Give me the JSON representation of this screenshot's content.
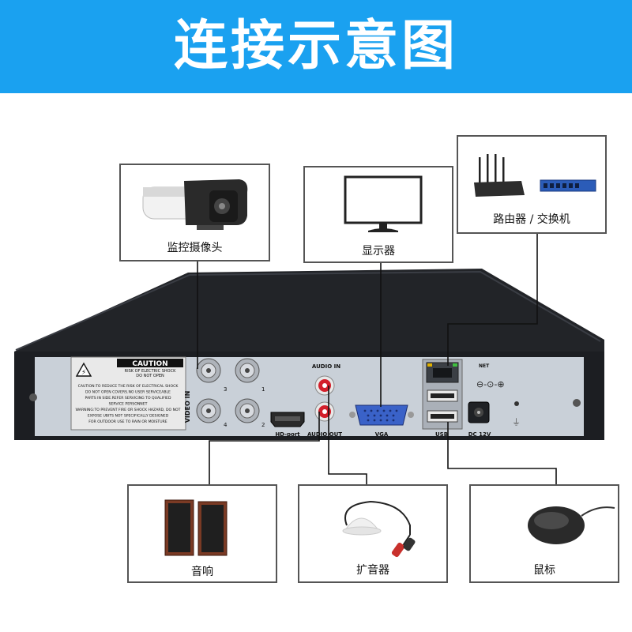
{
  "banner": {
    "title": "连接示意图"
  },
  "devices": {
    "camera": "监控摄像头",
    "monitor": "显示器",
    "network": "路由器 / 交换机",
    "speaker": "音响",
    "microphone": "扩音器",
    "mouse": "鼠标"
  },
  "panel": {
    "caution_title": "CAUTION",
    "caution_sub1": "RISK OF ELECTRIC SHOCK",
    "caution_sub2": "DO NOT OPEN",
    "caution_body": [
      "CAUTION:TO REDUCE THE RISK OF ELECTRICAL SHOCK",
      "DO NOT OPEN COVERS.NO USER SERVICEABLE",
      "PARTS IN SIDE.REFER SERVICING TO QUALIFIED",
      "SERVICE PERSONNET",
      "WARNING:TO PREVENT FIRE OR SHOCK HAZARD, DO NOT",
      "EXPOSE UBITS NOT SPECIFICALLY DESIGNED",
      "FOR OUTDOOR USE TO RAIN OR MOISTURE"
    ],
    "video_in": "VIDEO IN",
    "bnc_numbers": [
      "3",
      "1",
      "4",
      "2"
    ],
    "hdport": "HD-port",
    "audio_in": "AUDIO IN",
    "audio_out": "AUDIO OUT",
    "vga": "VGA",
    "net": "NET",
    "usb": "USB",
    "dc": "DC 12V"
  },
  "colors": {
    "banner": "#1aa1f0",
    "panel": "#c9d0d8",
    "chassis": "#1c1e22"
  }
}
